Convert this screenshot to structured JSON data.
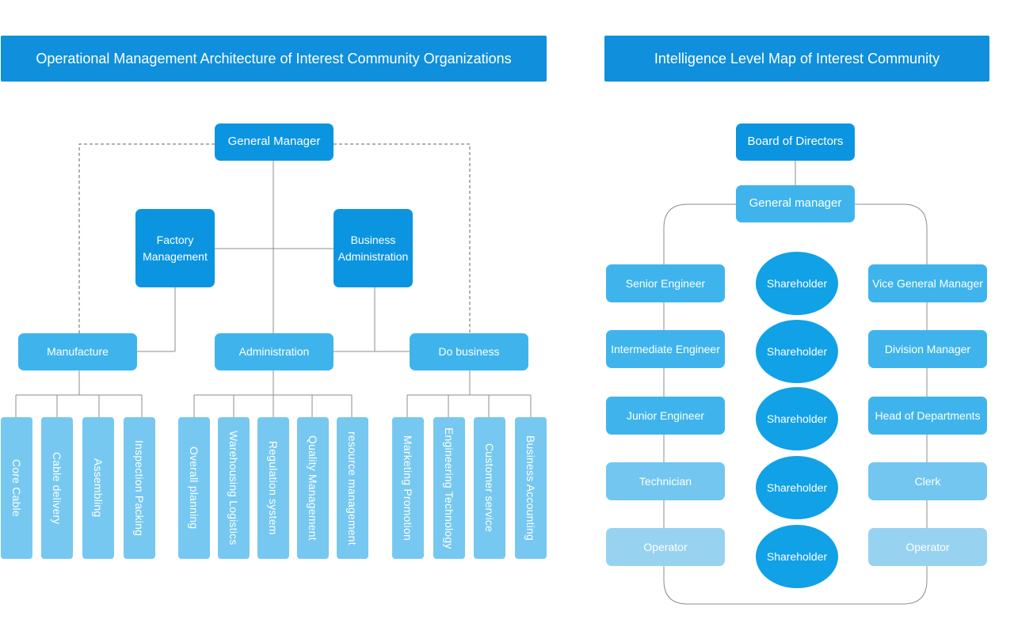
{
  "left": {
    "title": "Operational Management Architecture of Interest Community Organizations",
    "general_manager": "General Manager",
    "factory_management": "Factory Management",
    "business_administration": "Business Administration",
    "manufacture": "Manufacture",
    "administration": "Administration",
    "do_business": "Do business",
    "manufacture_units": [
      "Core Cable",
      "Cable delivery",
      "Assembling",
      "Inspection Packing"
    ],
    "administration_units": [
      "Overall planning",
      "Warehousing Logistics",
      "Regulation system",
      "Quality Management",
      "resource management"
    ],
    "business_units": [
      "Marketing Promotion",
      "Engineering Technology",
      "Customer service",
      "Business Accounting"
    ]
  },
  "right": {
    "title": "Intelligence Level Map of Interest Community",
    "board": "Board of Directors",
    "general_manager": "General manager",
    "left_column": [
      "Senior Engineer",
      "Intermediate Engineer",
      "Junior Engineer",
      "Technician",
      "Operator"
    ],
    "shareholders": [
      "Shareholder",
      "Shareholder",
      "Shareholder",
      "Shareholder",
      "Shareholder"
    ],
    "right_column": [
      "Vice General Manager",
      "Division Manager",
      "Head of Departments",
      "Clerk",
      "Operator"
    ]
  }
}
